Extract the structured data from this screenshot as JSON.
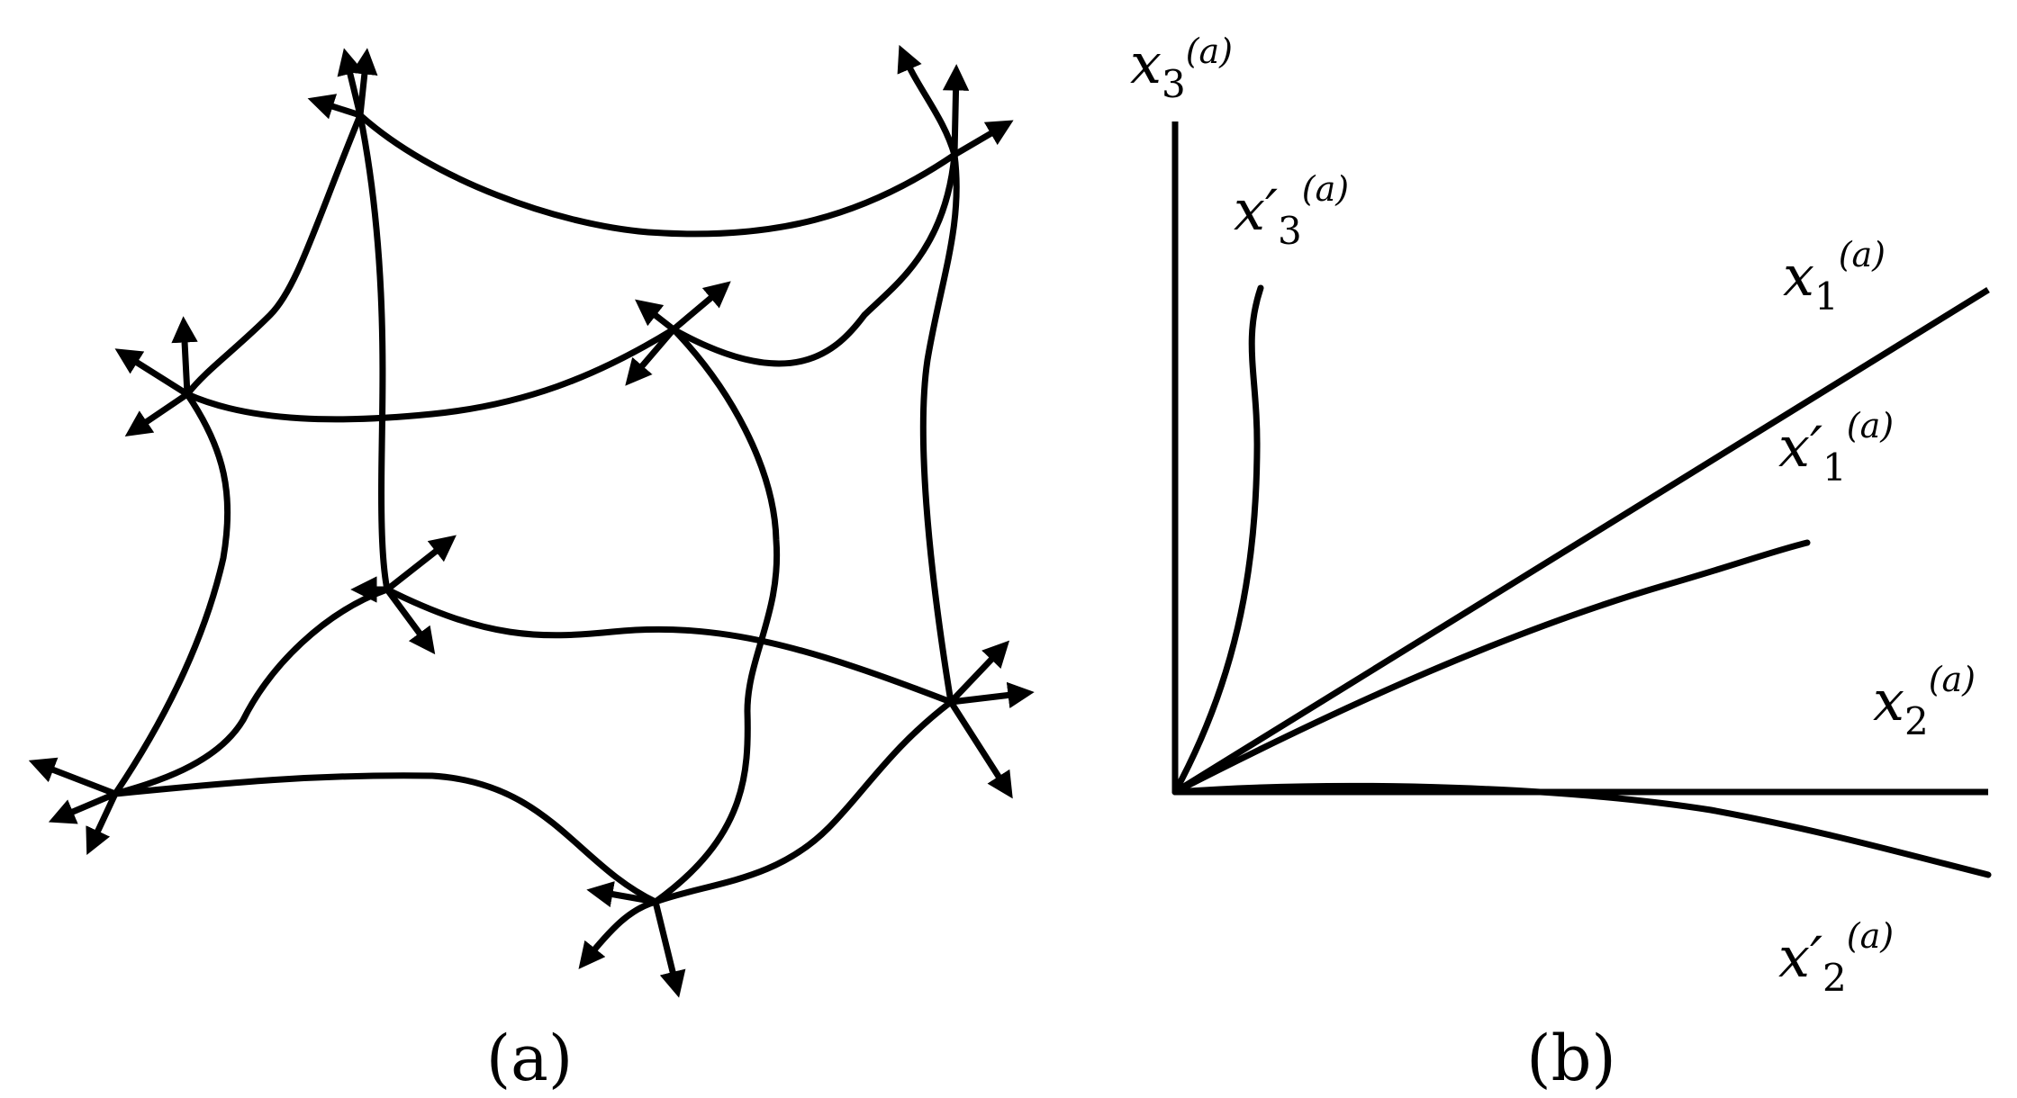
{
  "panel_a": {
    "caption": "(a)"
  },
  "panel_b": {
    "caption": "(b)",
    "labels": {
      "x3": {
        "base": "x",
        "sub": "3",
        "sup": "(a)"
      },
      "x3_prime": {
        "base": "x′",
        "sub": "3",
        "sup": "(a)"
      },
      "x1": {
        "base": "x",
        "sub": "1",
        "sup": "(a)"
      },
      "x1_prime": {
        "base": "x′",
        "sub": "1",
        "sup": "(a)"
      },
      "x2": {
        "base": "x",
        "sub": "2",
        "sup": "(a)"
      },
      "x2_prime": {
        "base": "x′",
        "sub": "2",
        "sup": "(a)"
      }
    }
  }
}
